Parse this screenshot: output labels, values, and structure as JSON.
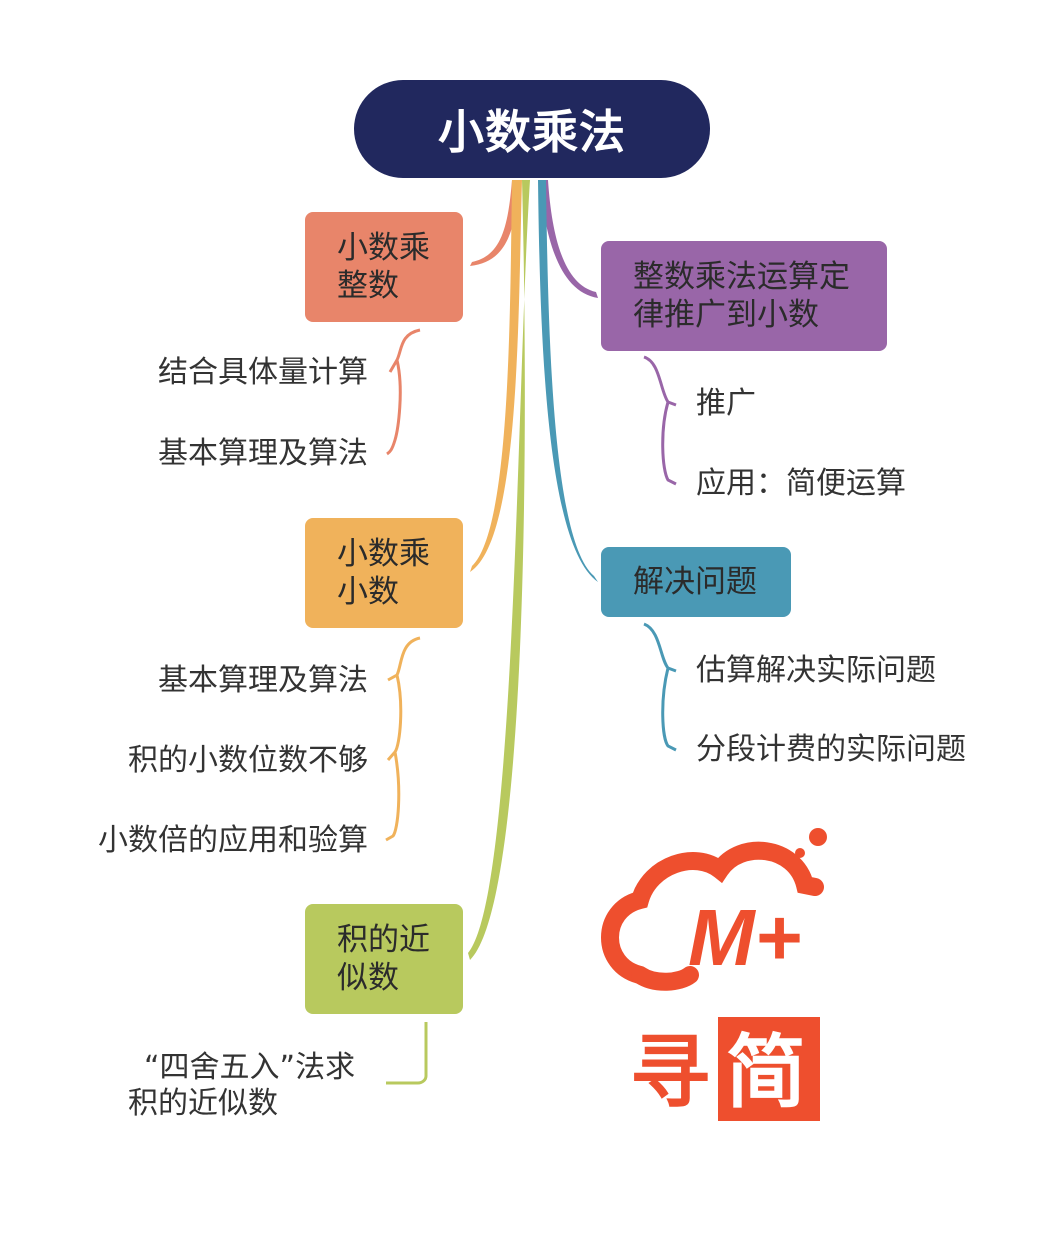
{
  "root": {
    "title": "小数乘法"
  },
  "branches": {
    "decimal_times_integer": {
      "line1": "小数乘",
      "line2": "整数",
      "color": "#e8856a",
      "leaves": [
        "结合具体量计算",
        "基本算理及算法"
      ]
    },
    "integer_laws": {
      "line1": "整数乘法运算定",
      "line2": "律推广到小数",
      "color": "#9966a8",
      "leaves": [
        "推广",
        "应用：简便运算"
      ]
    },
    "decimal_times_decimal": {
      "line1": "小数乘",
      "line2": "小数",
      "color": "#f0b25b",
      "leaves": [
        "基本算理及算法",
        "积的小数位数不够",
        "小数倍的应用和验算"
      ]
    },
    "problem_solving": {
      "line1": "解决问题",
      "color": "#4a99b5",
      "leaves": [
        "估算解决实际问题",
        "分段计费的实际问题"
      ]
    },
    "approx_product": {
      "line1": "积的近",
      "line2": "似数",
      "color": "#b8c95e",
      "leaves": [
        {
          "line1": "“四舍五入”法求",
          "line2": "积的近似数"
        }
      ]
    }
  },
  "logo": {
    "mark": "M+",
    "char1": "寻",
    "char2": "简",
    "color": "#ee4f2e"
  }
}
